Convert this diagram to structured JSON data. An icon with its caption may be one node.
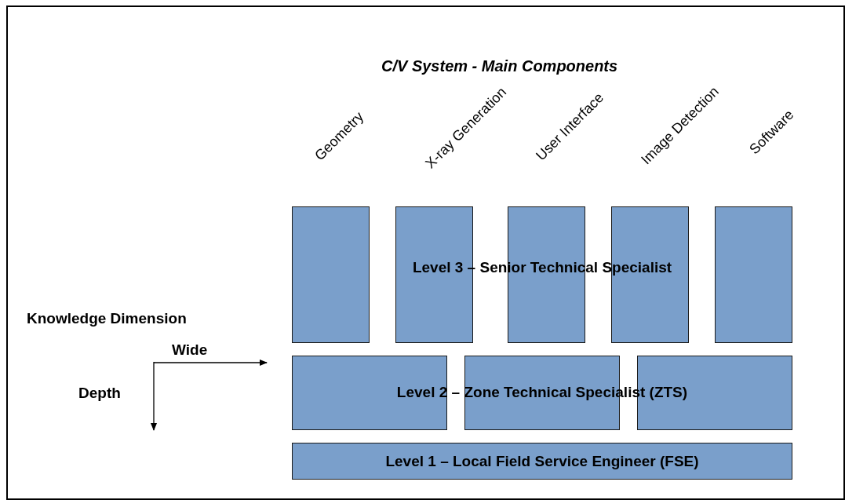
{
  "diagram": {
    "title": "C/V System - Main Components",
    "nodes": [
      {
        "text": [],
        "shape": "box"
      },
      {
        "text": [],
        "shape": "box"
      },
      {
        "text": [],
        "shape": "box"
      },
      {
        "text": [],
        "shape": "box"
      },
      {
        "text": [],
        "shape": "box"
      },
      {
        "text": [],
        "shape": "box"
      },
      {
        "text": [],
        "shape": "box"
      },
      {
        "text": [],
        "shape": "box"
      },
      {
        "text": [
          "Level 1 – Local Field Service Engineer (FSE)"
        ]
      }
    ],
    "edges": [],
    "labels": [
      "Geometry",
      "X-ray Generation",
      "User Interface",
      "Image Detection",
      "Software",
      "Level 3 – Senior Technical Specialist",
      "Level 2 – Zone Technical Specialist (ZTS)",
      "Knowledge Dimension",
      "Wide",
      "Depth"
    ]
  }
}
